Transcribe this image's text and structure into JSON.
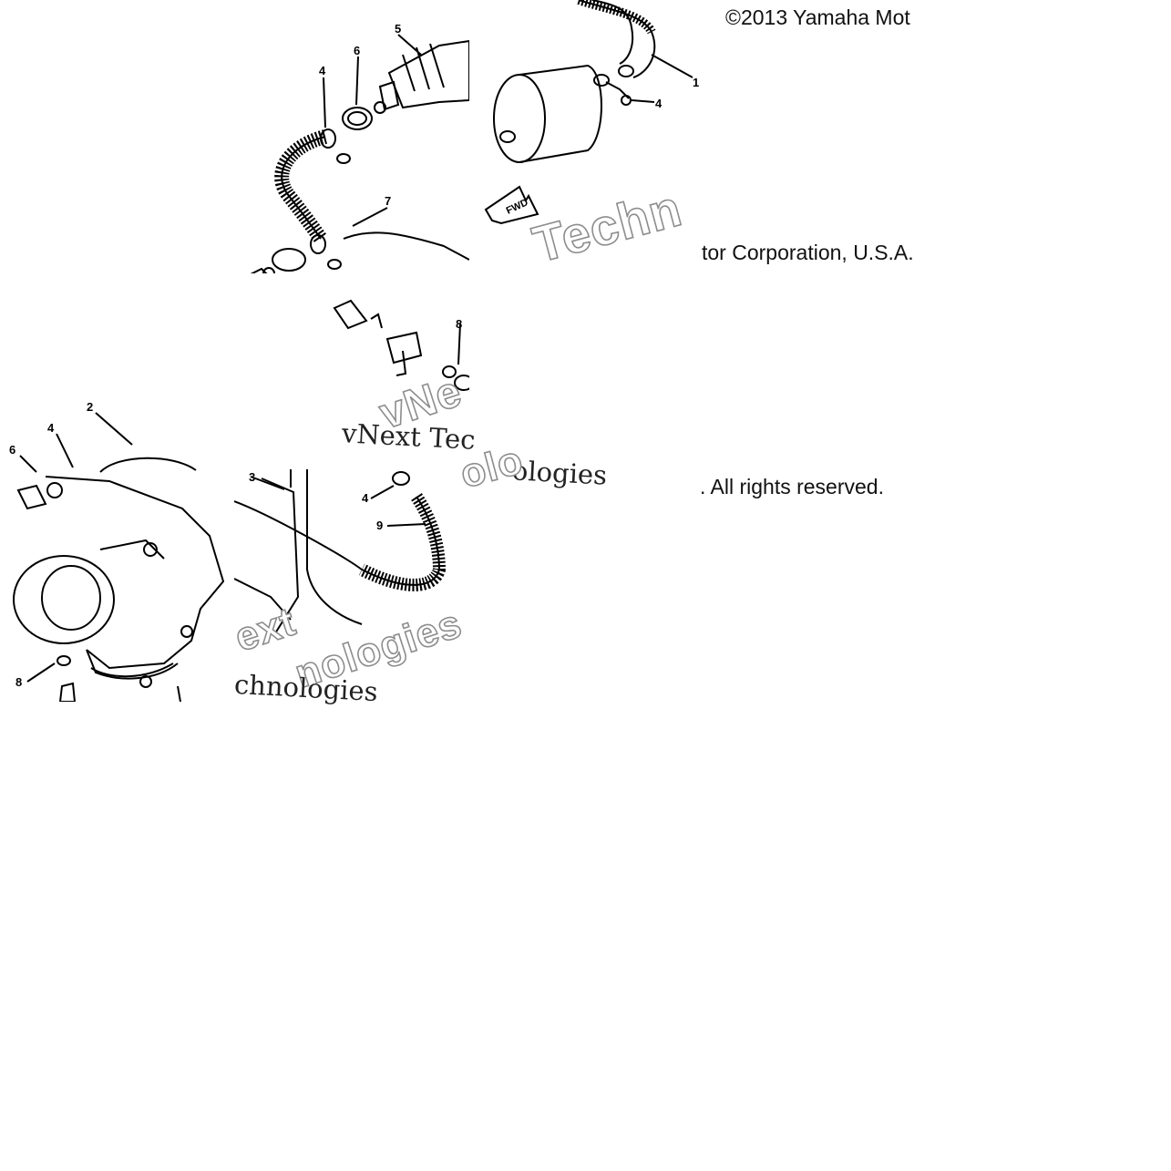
{
  "copyright": {
    "line_1": "©2013 Yamaha Mot",
    "line_2": "tor Corporation, U.S.A.",
    "line_3": ". All rights reserved."
  },
  "watermark": {
    "techn": "Techn",
    "vnext_tec": "vNext Tec",
    "vne": "vNe",
    "ologies_serif": "ologies",
    "olo": "olo",
    "ext": "ext",
    "nologies": "nologies",
    "chnologies": "chnologies"
  },
  "diagram": {
    "fwd_label": "FWD",
    "callouts": {
      "top_1": "1",
      "top_4a": "4",
      "top_4b": "4",
      "top_5": "5",
      "top_6": "6",
      "top_7": "7",
      "top_8": "8",
      "bl_2": "2",
      "bl_4": "4",
      "bl_6": "6",
      "bl_8": "8",
      "bm_3": "3",
      "bm_4": "4",
      "bm_9": "9"
    }
  }
}
